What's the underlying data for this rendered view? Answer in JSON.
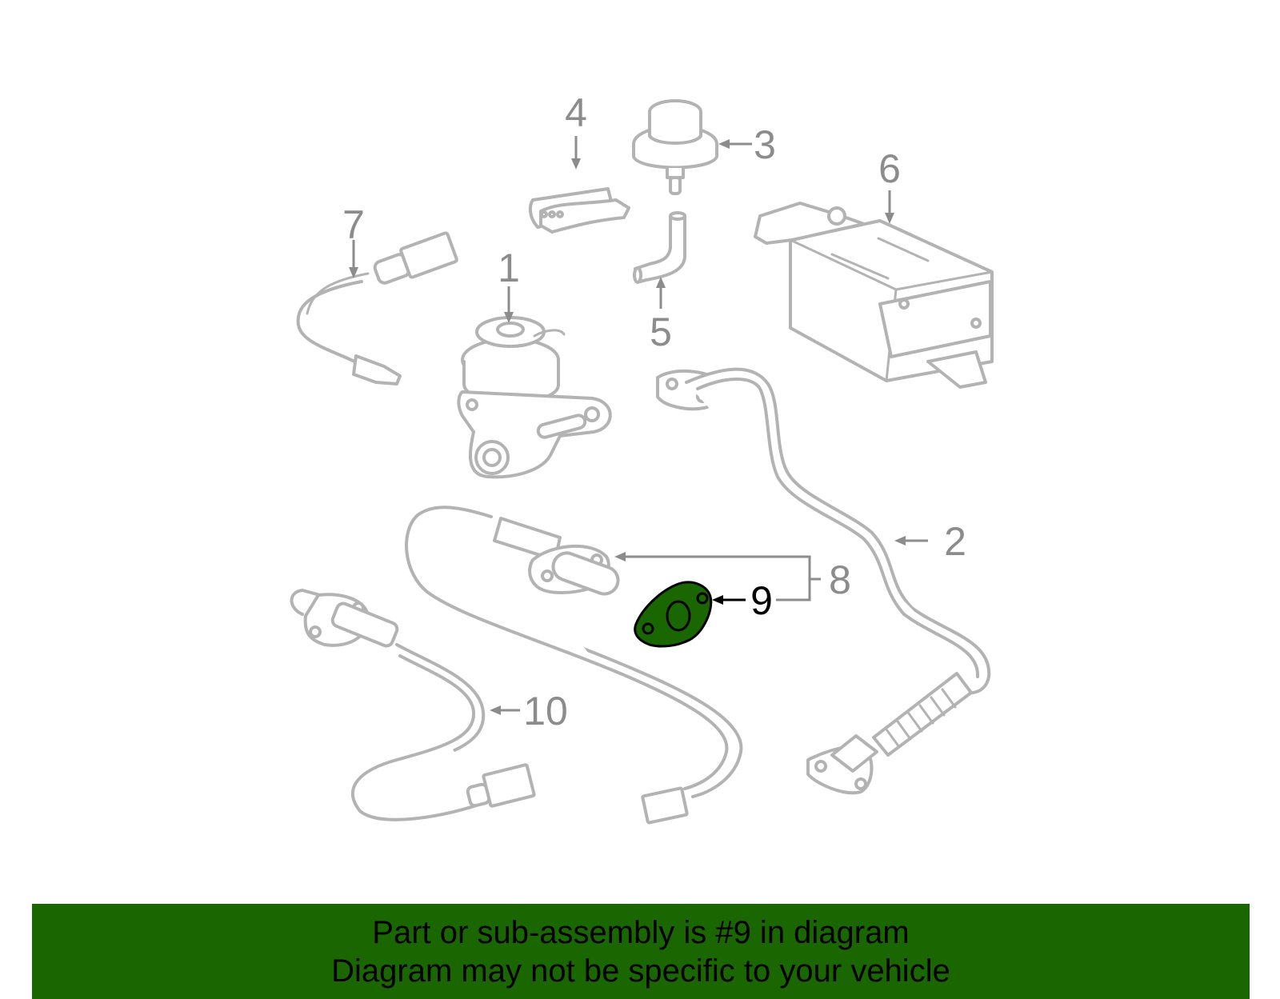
{
  "callouts": [
    {
      "id": "1",
      "label": "1"
    },
    {
      "id": "2",
      "label": "2"
    },
    {
      "id": "3",
      "label": "3"
    },
    {
      "id": "4",
      "label": "4"
    },
    {
      "id": "5",
      "label": "5"
    },
    {
      "id": "6",
      "label": "6"
    },
    {
      "id": "7",
      "label": "7"
    },
    {
      "id": "8",
      "label": "8"
    },
    {
      "id": "9",
      "label": "9",
      "highlighted": true
    },
    {
      "id": "10",
      "label": "10"
    }
  ],
  "highlight_color": "#1a6600",
  "part_line_color": "#b3b3b3",
  "callout_color": "#8c8c8c",
  "banner": {
    "line1": "Part or sub-assembly is #9 in diagram",
    "line2": "Diagram may not be specific to your vehicle",
    "background": "#1a6600"
  }
}
